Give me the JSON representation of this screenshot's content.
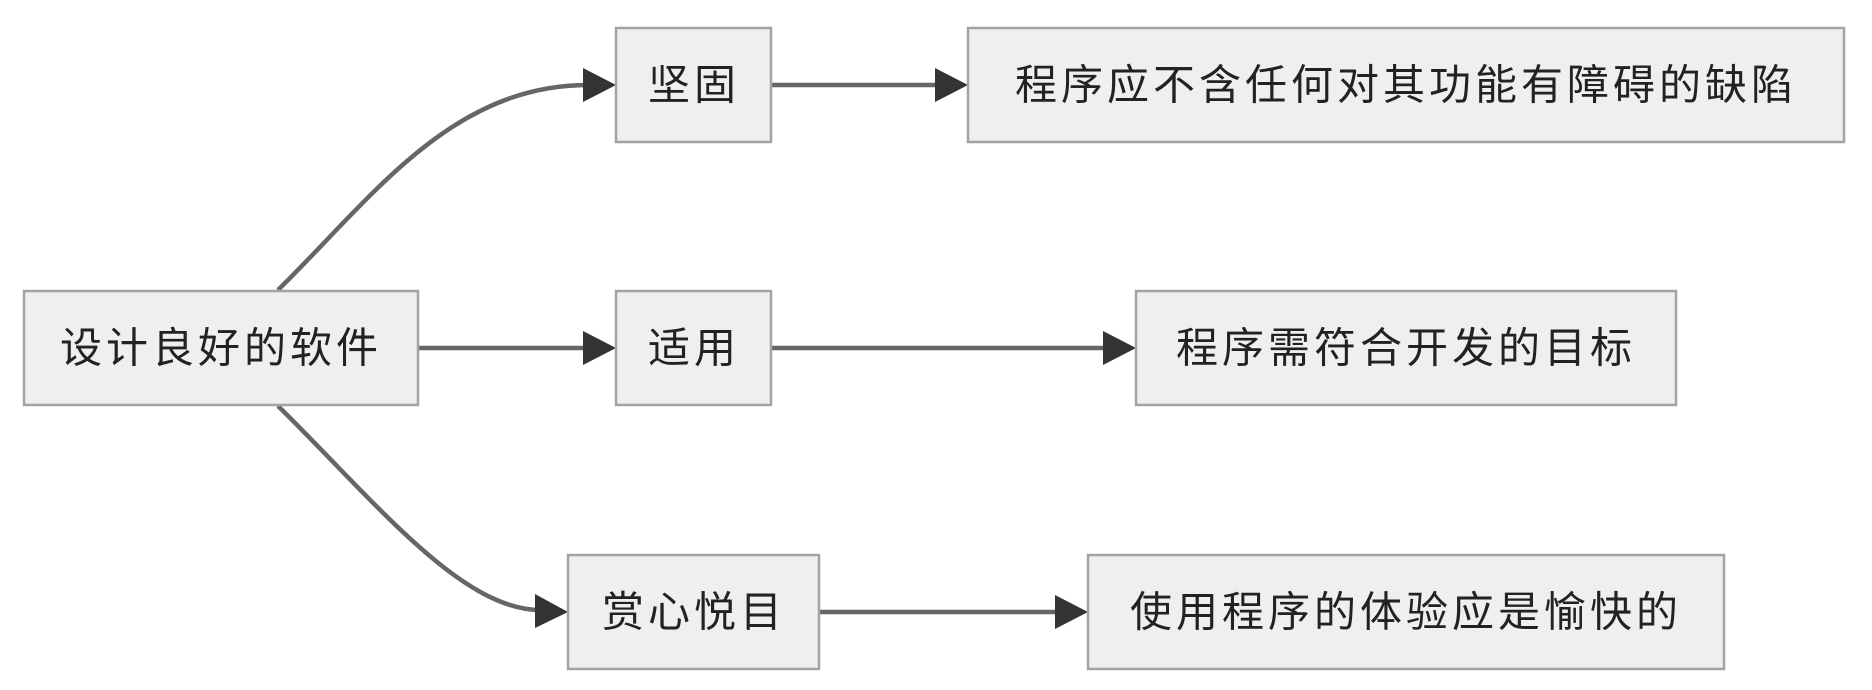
{
  "diagram": {
    "root": {
      "label": "设计良好的软件"
    },
    "branches": [
      {
        "label": "坚固",
        "description": "程序应不含任何对其功能有障碍的缺陷"
      },
      {
        "label": "适用",
        "description": "程序需符合开发的目标"
      },
      {
        "label": "赏心悦目",
        "description": "使用程序的体验应是愉快的"
      }
    ]
  },
  "colors": {
    "node_fill": "#efefef",
    "node_border": "#a3a3a3",
    "edge": "#666666",
    "arrow": "#333333",
    "text": "#222222"
  }
}
